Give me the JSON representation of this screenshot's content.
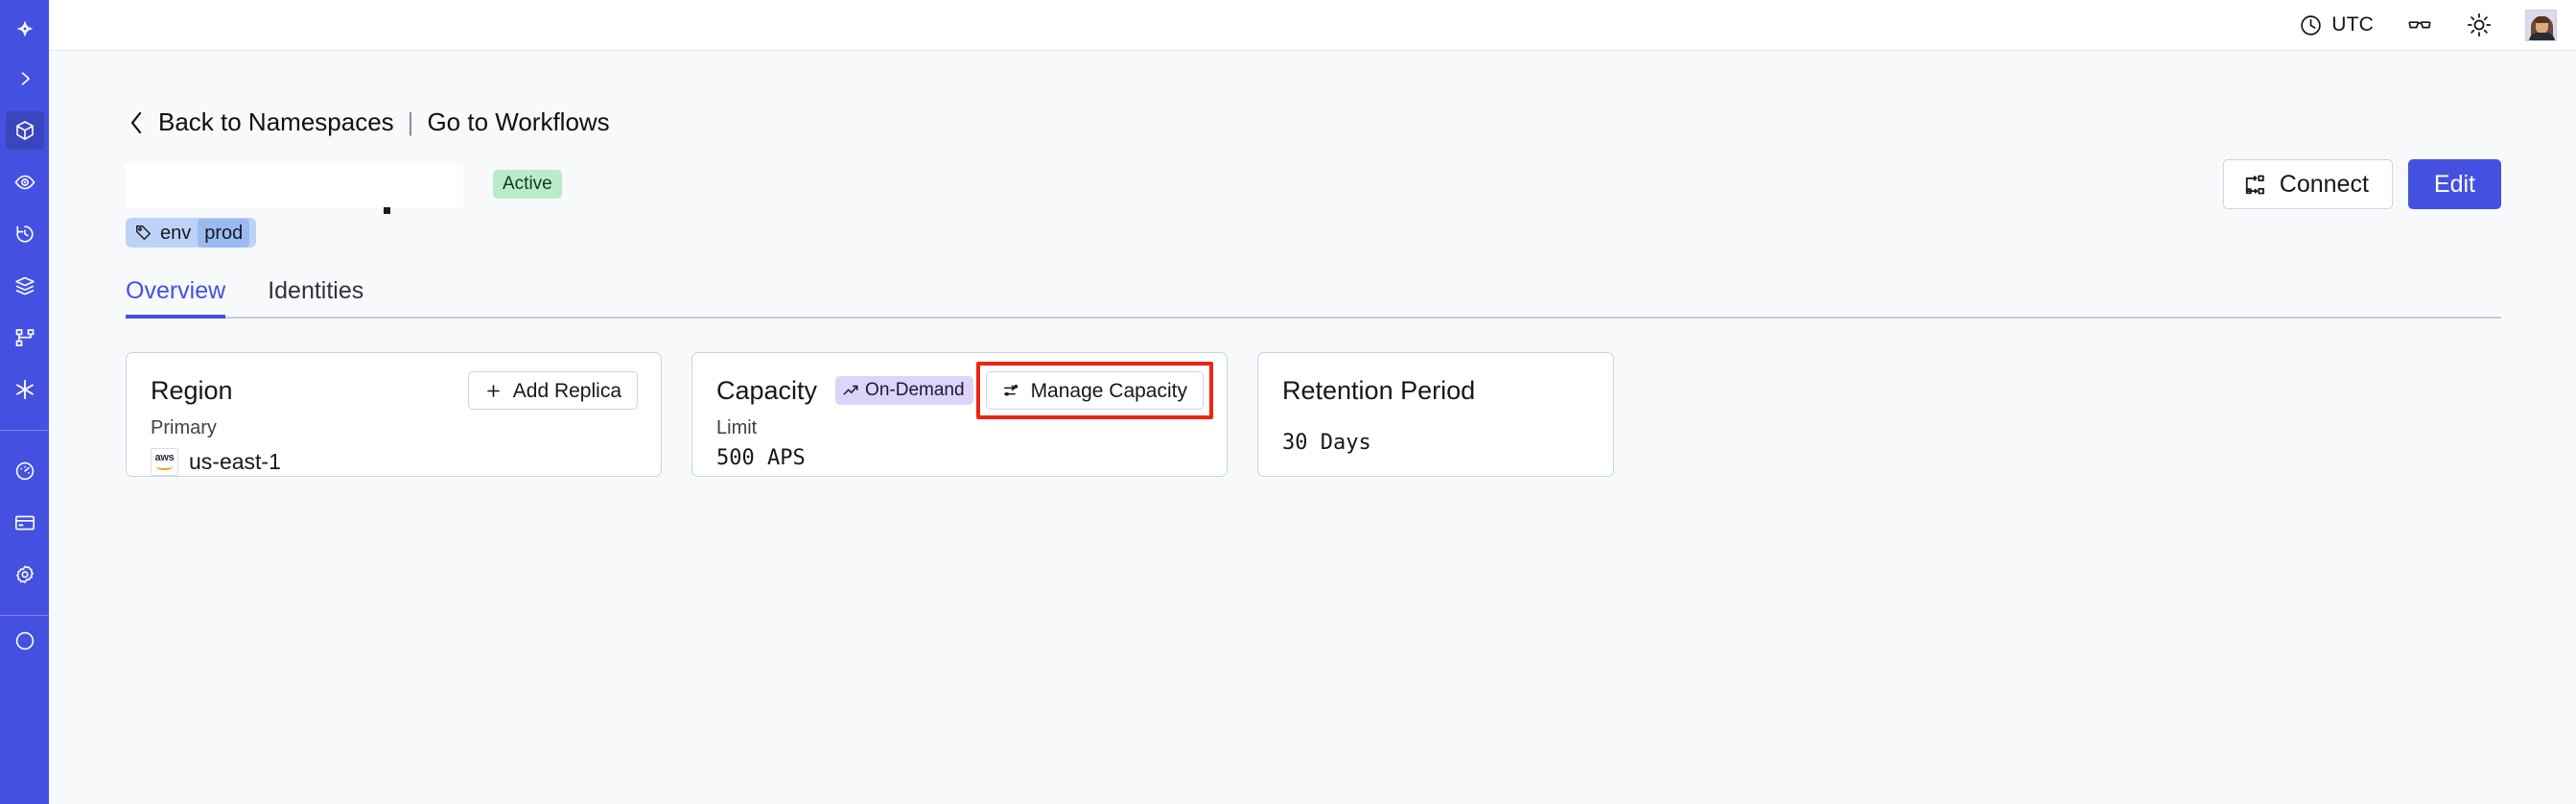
{
  "sidebar": {
    "brand_icon": "temporal-logo-icon",
    "items": [
      {
        "icon": "chevron-right-icon",
        "name": "expand-sidebar",
        "active": false
      },
      {
        "icon": "cube-icon",
        "name": "namespaces",
        "active": true
      },
      {
        "icon": "eye-icon",
        "name": "observability",
        "active": false
      },
      {
        "icon": "history-clock-icon",
        "name": "schedules",
        "active": false
      },
      {
        "icon": "layers-icon",
        "name": "stack",
        "active": false
      },
      {
        "icon": "sitemap-icon",
        "name": "workflows",
        "active": false
      },
      {
        "icon": "asterisk-icon",
        "name": "nexus",
        "active": false
      },
      {
        "icon": "gauge-icon",
        "name": "usage",
        "active": false
      },
      {
        "icon": "credit-card-icon",
        "name": "billing",
        "active": false
      },
      {
        "icon": "gear-icon",
        "name": "settings",
        "active": false
      }
    ]
  },
  "topbar": {
    "timezone": "UTC",
    "clock_icon": "clock-icon",
    "glasses_icon": "glasses-icon",
    "theme_icon": "sun-icon",
    "avatar_name": "user-avatar"
  },
  "breadcrumb": {
    "back_icon": "chevron-left-icon",
    "back_label": "Back to Namespaces",
    "separator": "|",
    "forward_label": "Go to Workflows"
  },
  "namespace": {
    "title": "",
    "status_badge": "Active",
    "tag": {
      "icon": "tag-icon",
      "key": "env",
      "value": "prod"
    }
  },
  "actions": {
    "connect_label": "Connect",
    "connect_icon": "connect-icon",
    "edit_label": "Edit"
  },
  "tabs": [
    {
      "label": "Overview",
      "active": true
    },
    {
      "label": "Identities",
      "active": false
    }
  ],
  "cards": {
    "region": {
      "title": "Region",
      "button_label": "Add Replica",
      "button_icon": "plus-icon",
      "sub_label": "Primary",
      "provider_icon": "aws-logo-icon",
      "value": "us-east-1"
    },
    "capacity": {
      "title": "Capacity",
      "badge_label": "On-Demand",
      "badge_icon": "trending-up-icon",
      "button_label": "Manage Capacity",
      "button_icon": "sliders-icon",
      "highlighted": true,
      "sub_label": "Limit",
      "value": "500 APS"
    },
    "retention": {
      "title": "Retention Period",
      "value": "30 Days"
    }
  },
  "colors": {
    "brand": "#4451e0",
    "page_bg": "#f8f9fb",
    "card_border": "#c8d3e8",
    "active_badge_bg": "#b8ecc8",
    "ondemand_badge_bg": "#ddd4fb",
    "tag_chip_bg": "#bed2f7",
    "highlight": "#ec2612"
  }
}
